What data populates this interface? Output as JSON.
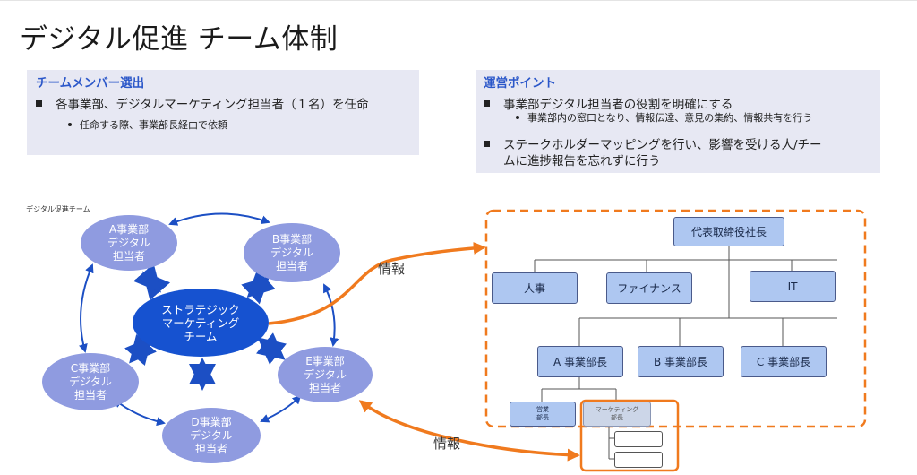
{
  "title": "デジタル促進 チーム体制",
  "left_box": {
    "heading": "チームメンバー選出",
    "items": [
      {
        "text": "各事業部、デジタルマーケティング担当者（１名）を任命",
        "sub": [
          "任命する際、事業部長経由で依頼"
        ]
      }
    ]
  },
  "right_box": {
    "heading": "運営ポイント",
    "items": [
      {
        "text": "事業部デジタル担当者の役割を明確にする",
        "sub": [
          "事業部内の窓口となり、情報伝達、意見の集約、情報共有を行う"
        ]
      },
      {
        "text_line1": "ステークホルダーマッピングを行い、影響を受ける人/チー",
        "text_line2": "ムに進捗報告を忘れずに行う"
      }
    ]
  },
  "team_diagram": {
    "caption": "デジタル促進チーム",
    "center": "ストラテジック\nマーケティング\nチーム",
    "members": [
      {
        "label": "A事業部\nデジタル\n担当者"
      },
      {
        "label": "B事業部\nデジタル\n担当者"
      },
      {
        "label": "C事業部\nデジタル\n担当者"
      },
      {
        "label": "D事業部\nデジタル\n担当者"
      },
      {
        "label": "E事業部\nデジタル\n担当者"
      }
    ]
  },
  "flow_labels": {
    "upper": "情報",
    "lower": "情報"
  },
  "org_chart": {
    "ceo": "代表取締役社長",
    "departments": [
      "人事",
      "ファイナンス",
      "IT"
    ],
    "division_heads": [
      "A 事業部長",
      "B 事業部長",
      "C 事業部長"
    ],
    "sub_units": [
      "営業\n部長",
      "マーケティング\n部長"
    ]
  },
  "colors": {
    "accent_blue": "#2b57c9",
    "member_fill": "#8f9be0",
    "center_fill": "#1652d0",
    "arrow_blue": "#1c4fc4",
    "flow_orange": "#f07a1e",
    "org_node_fill": "#aec7f1",
    "box_fill": "#e7e8f3"
  }
}
